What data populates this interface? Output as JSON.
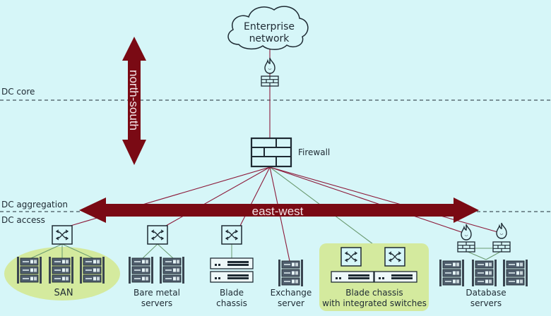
{
  "layers": {
    "dc_core": "DC core",
    "dc_aggregation": "DC aggregation",
    "dc_access": "DC access"
  },
  "cloud": {
    "line1": "Enterprise",
    "line2": "network"
  },
  "firewall_label": "Firewall",
  "arrows": {
    "north_south": "north-south",
    "east_west": "east-west"
  },
  "groups": {
    "san": {
      "label": "SAN"
    },
    "bare_metal": {
      "line1": "Bare metal",
      "line2": "servers"
    },
    "blade": {
      "line1": "Blade",
      "line2": "chassis"
    },
    "exchange": {
      "line1": "Exchange",
      "line2": "server"
    },
    "blade_integrated": {
      "line1": "Blade chassis",
      "line2": "with integrated switches"
    },
    "database": {
      "line1": "Database",
      "line2": "servers"
    }
  },
  "colors": {
    "background": "#d6f6f8",
    "arrow": "#7a0a14",
    "link_red": "#8c1a3a",
    "link_green": "#6a9a70",
    "highlight": "#d4ea9e",
    "icon_fill": "#d6f6f8",
    "server_fill": "#5a6a7a"
  }
}
